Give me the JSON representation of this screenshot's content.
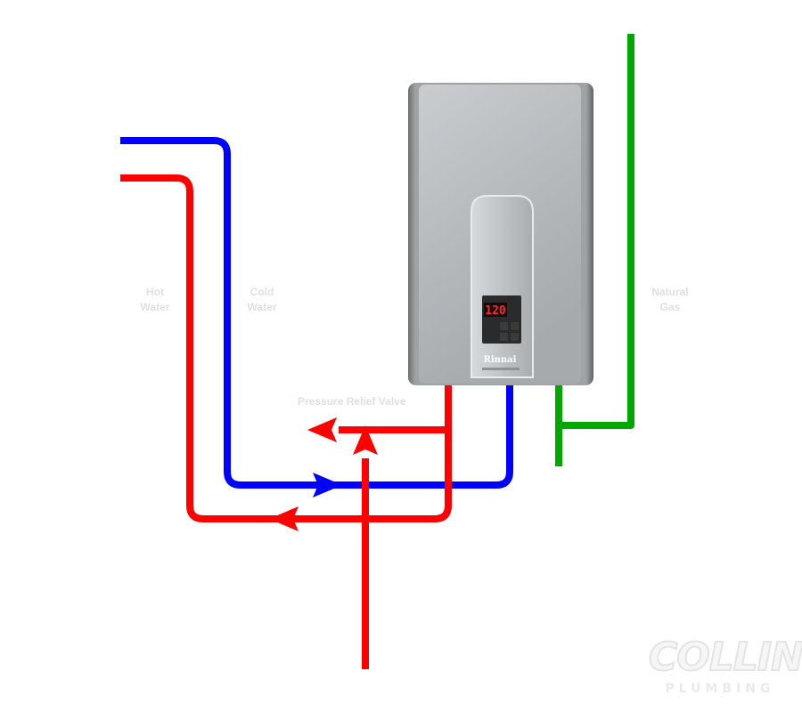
{
  "labels": {
    "hot_water": [
      "Hot",
      "Water"
    ],
    "cold_water": [
      "Cold",
      "Water"
    ],
    "natural_gas": [
      "Natural",
      "Gas"
    ],
    "pressure_relief_valve": "Pressure Relief Valve"
  },
  "heater": {
    "display_value": "120",
    "brand": "Rinnai"
  },
  "logo": {
    "name": "COLLINS",
    "subtitle": "PLUMBING"
  },
  "colors": {
    "hot_pipe": "#ff0000",
    "cold_pipe": "#0000ff",
    "gas_pipe": "#00a800",
    "label_text": "#e0e0e0"
  }
}
